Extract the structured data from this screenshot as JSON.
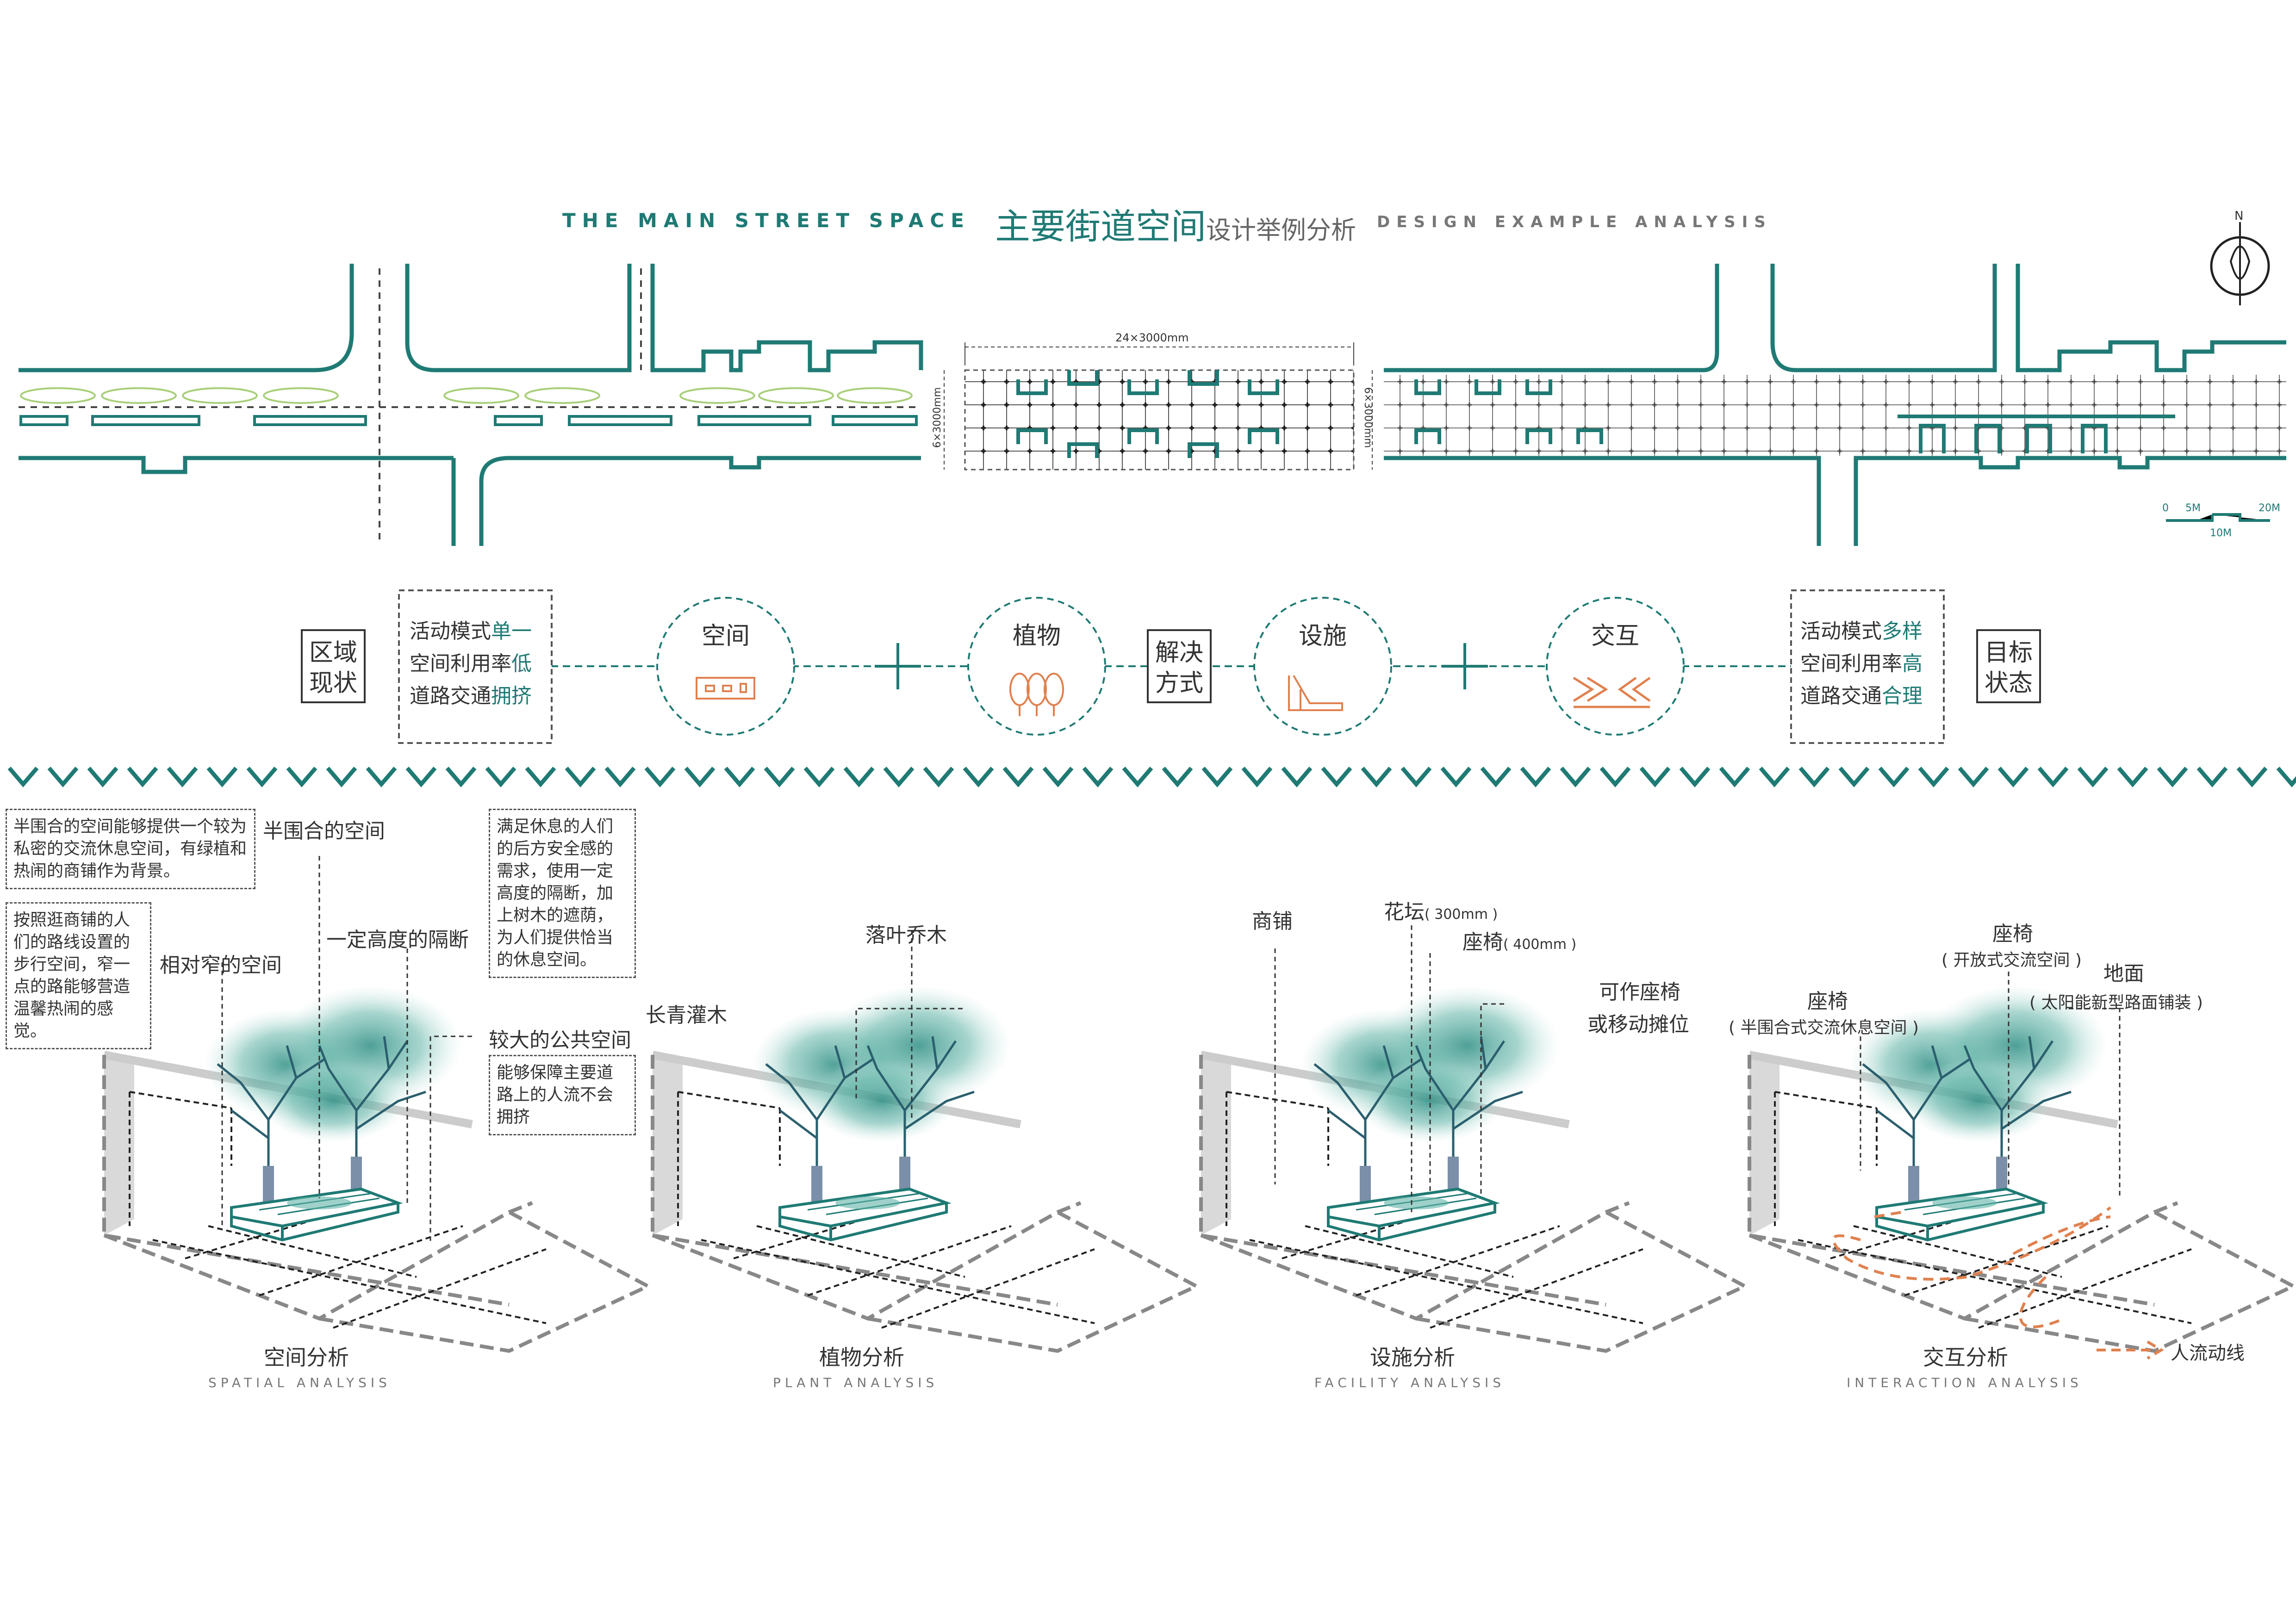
{
  "header": {
    "title_en": "THE MAIN STREET SPACE",
    "title_cn_main": "主要街道空间",
    "title_cn_sub": "设计举例分析",
    "subtitle_en": "DESIGN EXAMPLE ANALYSIS"
  },
  "plan": {
    "dim_top": "24×3000mm",
    "dim_side_left": "6×3000mm",
    "dim_side_right": "6×3000mm",
    "scale_labels": [
      "0",
      "5M",
      "20M",
      "10M"
    ],
    "compass_label": "N"
  },
  "flow": {
    "current_status": "区域现状",
    "current_status_lines": [
      "区域",
      "现状"
    ],
    "current_items": [
      {
        "text": "活动模式",
        "highlight": "单一"
      },
      {
        "text": "空间利用率",
        "highlight": "低"
      },
      {
        "text": "道路交通",
        "highlight": "拥挤"
      }
    ],
    "circles": [
      "空间",
      "植物",
      "设施",
      "交互"
    ],
    "solution_lines": [
      "解决",
      "方式"
    ],
    "target_items": [
      {
        "text": "活动模式",
        "highlight": "多样"
      },
      {
        "text": "空间利用率",
        "highlight": "高"
      },
      {
        "text": "道路交通",
        "highlight": "合理"
      }
    ],
    "target_status_lines": [
      "目标",
      "状态"
    ]
  },
  "spatial": {
    "note1": "半围合的空间能够提供一个较为私密的交流休息空间，有绿植和热闹的商铺作为背景。",
    "note2": "按照逛商铺的人们的路线设置的步行空间，窄一点的路能够营造温馨热闹的感觉。",
    "note3": "满足休息的人们的后方安全感的需求，使用一定高度的隔断，加上树木的遮荫，为人们提供恰当的休息空间。",
    "note4": "能够保障主要道路上的人流不会拥挤",
    "label_semi": "半围合的空间",
    "label_narrow": "相对窄的空间",
    "label_partition": "一定高度的隔断",
    "label_public": "较大的公共空间",
    "title_cn": "空间分析",
    "title_en": "SPATIAL ANALYSIS"
  },
  "plant": {
    "label_deciduous": "落叶乔木",
    "label_evergreen": "长青灌木",
    "title_cn": "植物分析",
    "title_en": "PLANT ANALYSIS"
  },
  "facility": {
    "label_shop": "商铺",
    "label_bed": "花坛",
    "label_bed_size": "( 300mm )",
    "label_seat": "座椅",
    "label_seat_size": "( 400mm )",
    "label_movable_1": "可作座椅",
    "label_movable_2": "或移动摊位",
    "title_cn": "设施分析",
    "title_en": "FACILITY ANALYSIS"
  },
  "interaction": {
    "label_seat_open": "座椅",
    "label_seat_open_sub": "( 开放式交流空间 )",
    "label_ground": "地面",
    "label_ground_sub": "( 太阳能新型路面铺装 )",
    "label_seat_semi": "座椅",
    "label_seat_semi_sub": "( 半围合式交流休息空间 )",
    "legend_flow": "人流动线",
    "title_cn": "交互分析",
    "title_en": "INTERACTION ANALYSIS"
  },
  "colors": {
    "teal": "#1f7a74",
    "teal_light": "#5fb3a6",
    "orange": "#e0814f",
    "green_light": "#a8cf7a",
    "gray_dash": "#888888"
  }
}
